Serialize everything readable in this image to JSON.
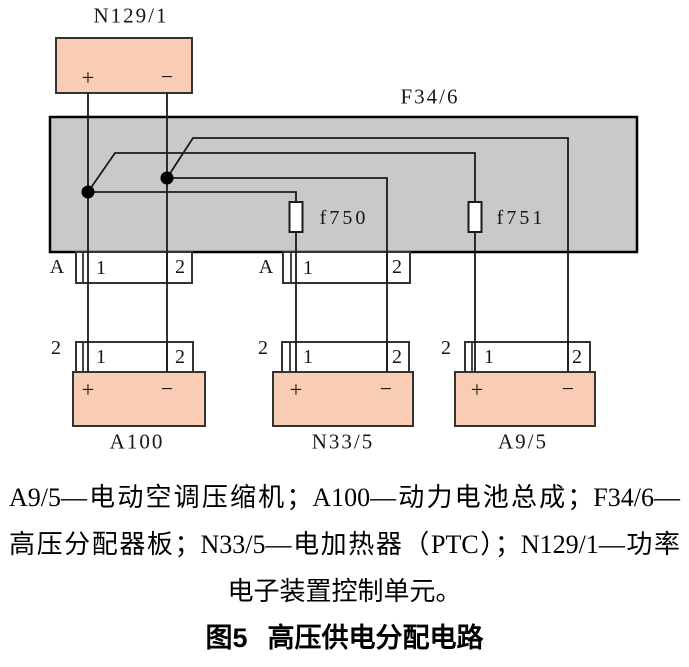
{
  "labels": {
    "n129_1": "N129/1",
    "f34_6": "F34/6",
    "f750": "f750",
    "f751": "f751",
    "a100": "A100",
    "n33_5": "N33/5",
    "a9_5": "A9/5"
  },
  "symbols": {
    "plus": "+",
    "minus": "−",
    "row_a": "A",
    "row_2": "2",
    "pin1": "1",
    "pin2": "2"
  },
  "caption": {
    "line1": "A9/5—电动空调压缩机；A100—动力电池总成；F34/6—",
    "line2": "高压分配器板；N33/5—电加热器（PTC）；N129/1—功率",
    "line3": "电子装置控制单元。",
    "figure_no": "图5",
    "figure_title": "高压供电分配电路"
  },
  "colors": {
    "component_fill": "#f8cdb3",
    "board_fill": "#c9c9c9",
    "wire": "#1a1a1a"
  }
}
